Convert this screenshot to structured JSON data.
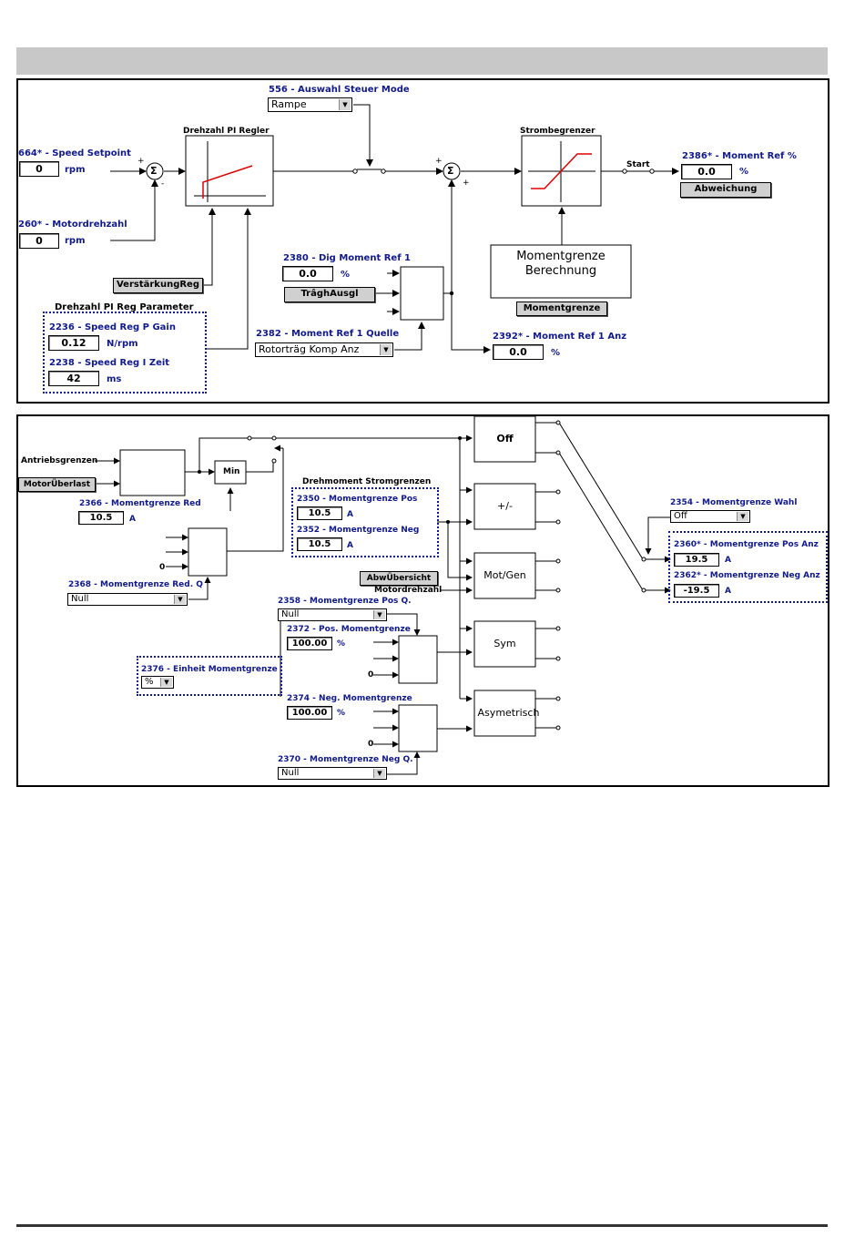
{
  "top": {
    "sel556": {
      "label": "556 - Auswahl Steuer Mode",
      "value": "Rampe"
    },
    "pi_block": "Drehzahl PI Regler",
    "limiter_block": "Strombegrenzer",
    "p664": {
      "label": "664* - Speed Setpoint",
      "value": "0",
      "unit": "rpm"
    },
    "p260": {
      "label": "260* - Motordrehzahl",
      "value": "0",
      "unit": "rpm"
    },
    "p2386": {
      "label": "2386* - Moment Ref %",
      "value": "0.0",
      "unit": "%"
    },
    "start_label": "Start",
    "abweichung_btn": "Abweichung",
    "verstaerkung_btn": "VerstärkungReg",
    "params_title": "Drehzahl PI Reg Parameter",
    "p2236": {
      "label": "2236 - Speed Reg P Gain",
      "value": "0.12",
      "unit": "N/rpm"
    },
    "p2238": {
      "label": "2238 - Speed Reg I Zeit",
      "value": "42",
      "unit": "ms"
    },
    "p2380": {
      "label": "2380 - Dig Moment Ref 1",
      "value": "0.0",
      "unit": "%"
    },
    "traegh_btn": "TrâghAusgl",
    "p2382": {
      "label": "2382 - Moment Ref 1 Quelle",
      "value": "Rotorträg Komp Anz"
    },
    "momentgrenze_block": "Momentgrenze\nBerechnung",
    "momentgrenze_btn": "Momentgrenze",
    "p2392": {
      "label": "2392* - Moment Ref 1 Anz",
      "value": "0.0",
      "unit": "%"
    },
    "sum_symbol": "Σ",
    "plus": "+",
    "minus": "-"
  },
  "bottom": {
    "antriebsgrenzen": "Antriebsgrenzen",
    "motorueberlast_btn": "MotorÜberlast",
    "min_block": "Min",
    "p2366": {
      "label": "2366 - Momentgrenze Red",
      "value": "10.5",
      "unit": "A"
    },
    "p2368": {
      "label": "2368 - Momentgrenze Red. Q",
      "value": "Null"
    },
    "zero": "0",
    "group_title": "Drehmoment Stromgrenzen",
    "p2350": {
      "label": "2350 - Momentgrenze Pos",
      "value": "10.5",
      "unit": "A"
    },
    "p2352": {
      "label": "2352 - Momentgrenze Neg",
      "value": "10.5",
      "unit": "A"
    },
    "abwuebersicht_btn": "AbwÜbersicht",
    "motordrehzahl": "Motordrehzahl",
    "p2358": {
      "label": "2358 - Momentgrenze Pos Q.",
      "value": "Null"
    },
    "p2372": {
      "label": "2372 - Pos. Momentgrenze",
      "value": "100.00",
      "unit": "%"
    },
    "p2376": {
      "label": "2376 - Einheit Momentgrenze",
      "value": "%"
    },
    "p2374": {
      "label": "2374 - Neg. Momentgrenze",
      "value": "100.00",
      "unit": "%"
    },
    "p2370": {
      "label": "2370 - Momentgrenze Neg Q.",
      "value": "Null"
    },
    "modes": [
      "Off",
      "+/-",
      "Mot/Gen",
      "Sym",
      "Asymetrisch"
    ],
    "p2354": {
      "label": "2354 - Momentgrenze Wahl",
      "value": "Off"
    },
    "p2360": {
      "label": "2360* - Momentgrenze Pos Anz",
      "value": "19.5",
      "unit": "A"
    },
    "p2362": {
      "label": "2362* - Momentgrenze Neg Anz",
      "value": "-19.5",
      "unit": "A"
    }
  },
  "icons": [
    "dropdown-arrow-icon",
    "summing-junction-icon",
    "switch-icon",
    "limiter-curve-icon"
  ]
}
